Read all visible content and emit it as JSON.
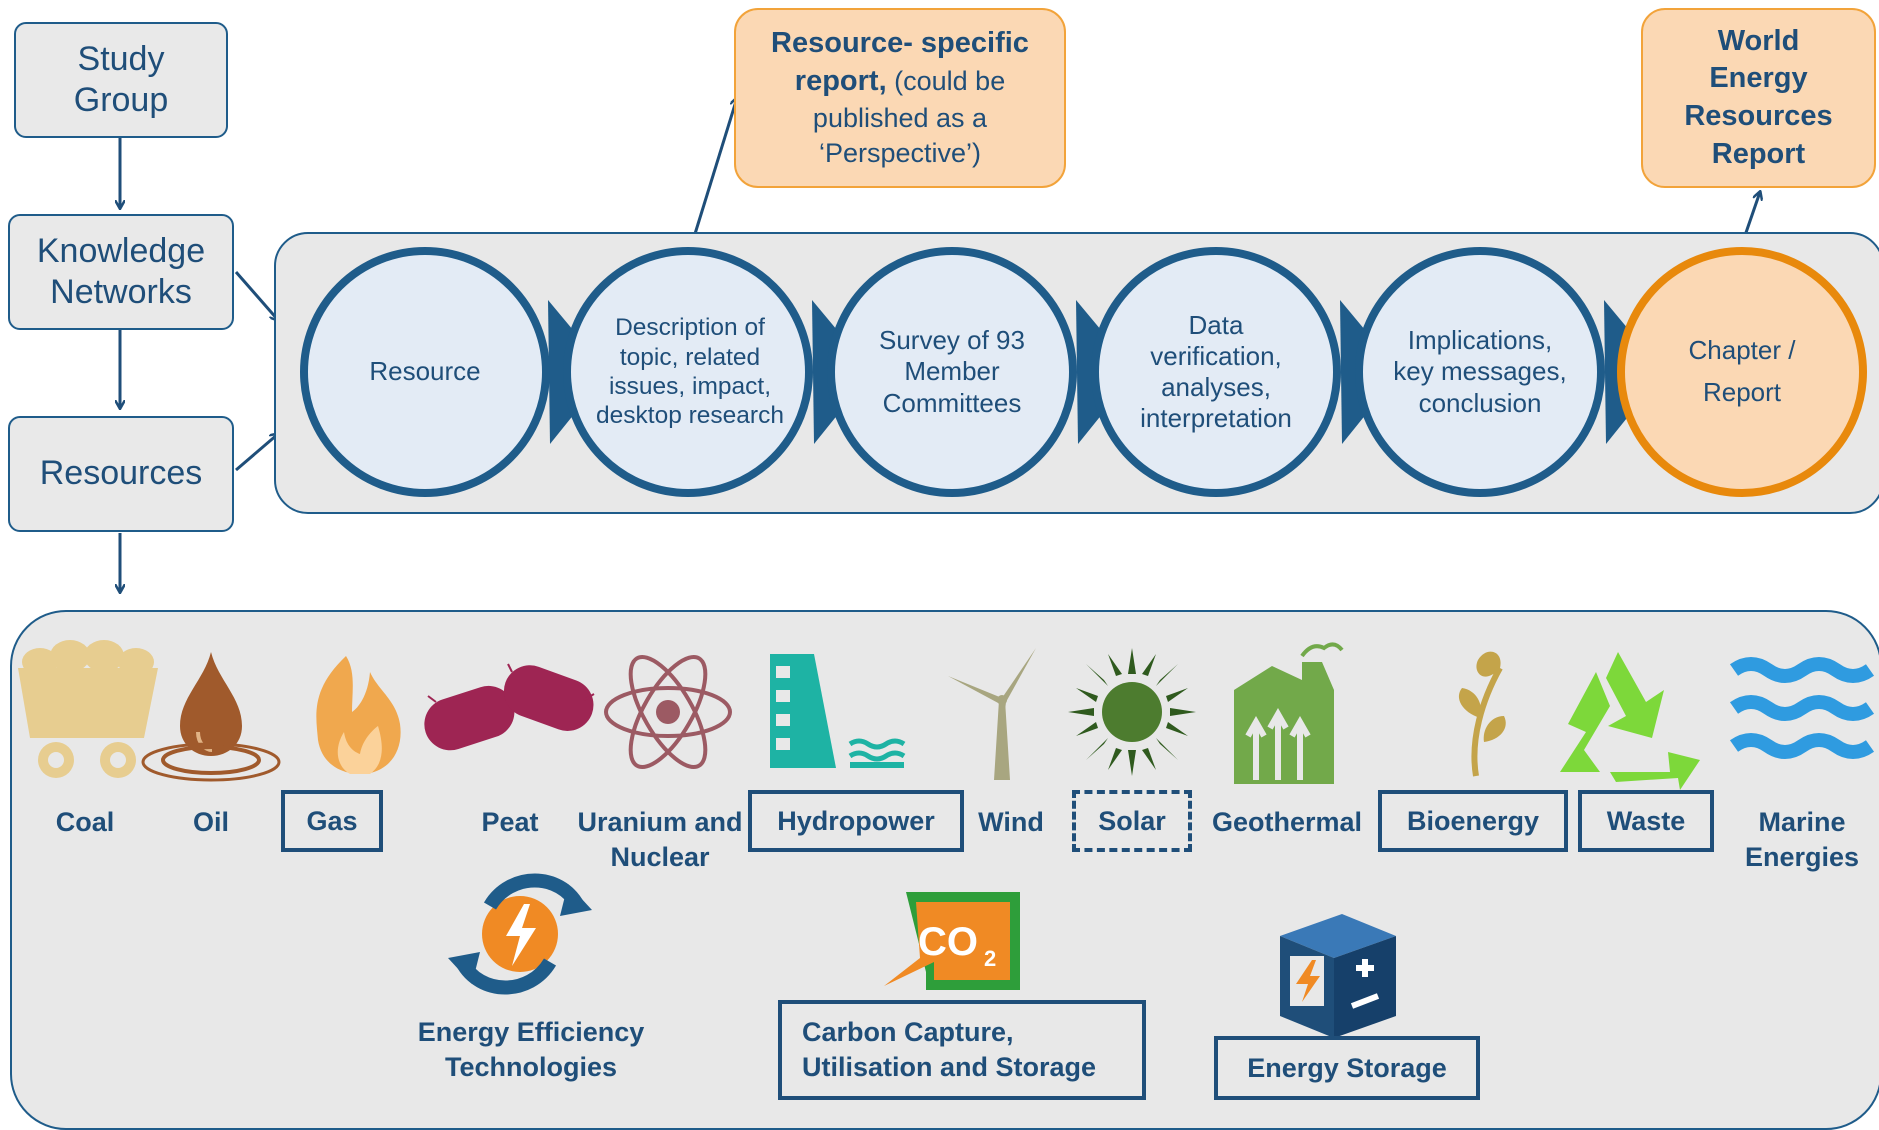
{
  "left_column": {
    "study_group": "Study Group",
    "knowledge_networks": "Knowledge Networks",
    "resources": "Resources"
  },
  "process": {
    "steps": [
      "Resource",
      "Description of topic, related issues, impact, desktop research",
      "Survey of 93 Member Committees",
      "Data verification, analyses, interpretation",
      "Implications, key messages, conclusion",
      "Chapter / Report"
    ]
  },
  "outputs": {
    "resource_report_bold": "Resource- specific report,",
    "resource_report_rest": "(could be published as a ‘Perspective’)",
    "world_report": "World Energy Resources Report"
  },
  "resources": {
    "row1": [
      {
        "label": "Coal",
        "icon": "coal-cart-icon",
        "boxed": "none"
      },
      {
        "label": "Oil",
        "icon": "oil-drop-icon",
        "boxed": "none"
      },
      {
        "label": "Gas",
        "icon": "gas-flame-icon",
        "boxed": "solid"
      },
      {
        "label": "Peat",
        "icon": "peat-icon",
        "boxed": "none"
      },
      {
        "label": "Uranium and Nuclear",
        "icon": "atom-icon",
        "boxed": "none"
      },
      {
        "label": "Hydropower",
        "icon": "dam-icon",
        "boxed": "solid"
      },
      {
        "label": "Wind",
        "icon": "wind-turbine-icon",
        "boxed": "none"
      },
      {
        "label": "Solar",
        "icon": "sun-icon",
        "boxed": "dashed"
      },
      {
        "label": "Geothermal",
        "icon": "geothermal-icon",
        "boxed": "none"
      },
      {
        "label": "Bioenergy",
        "icon": "sprout-icon",
        "boxed": "solid"
      },
      {
        "label": "Waste",
        "icon": "recycle-icon",
        "boxed": "solid"
      },
      {
        "label": "Marine Energies",
        "icon": "waves-icon",
        "boxed": "none"
      }
    ],
    "efficiency": "Energy Efficiency Technologies",
    "ccus": "Carbon Capture, Utilisation and Storage",
    "co2": "CO",
    "co2_sub": "2",
    "storage": "Energy Storage"
  },
  "colors": {
    "navy": "#1f4e79",
    "panel": "#e8e8e8",
    "orange_fill": "#fbd8b4",
    "orange_ring": "#e8890c",
    "circle_fill": "#e3ebf5"
  }
}
